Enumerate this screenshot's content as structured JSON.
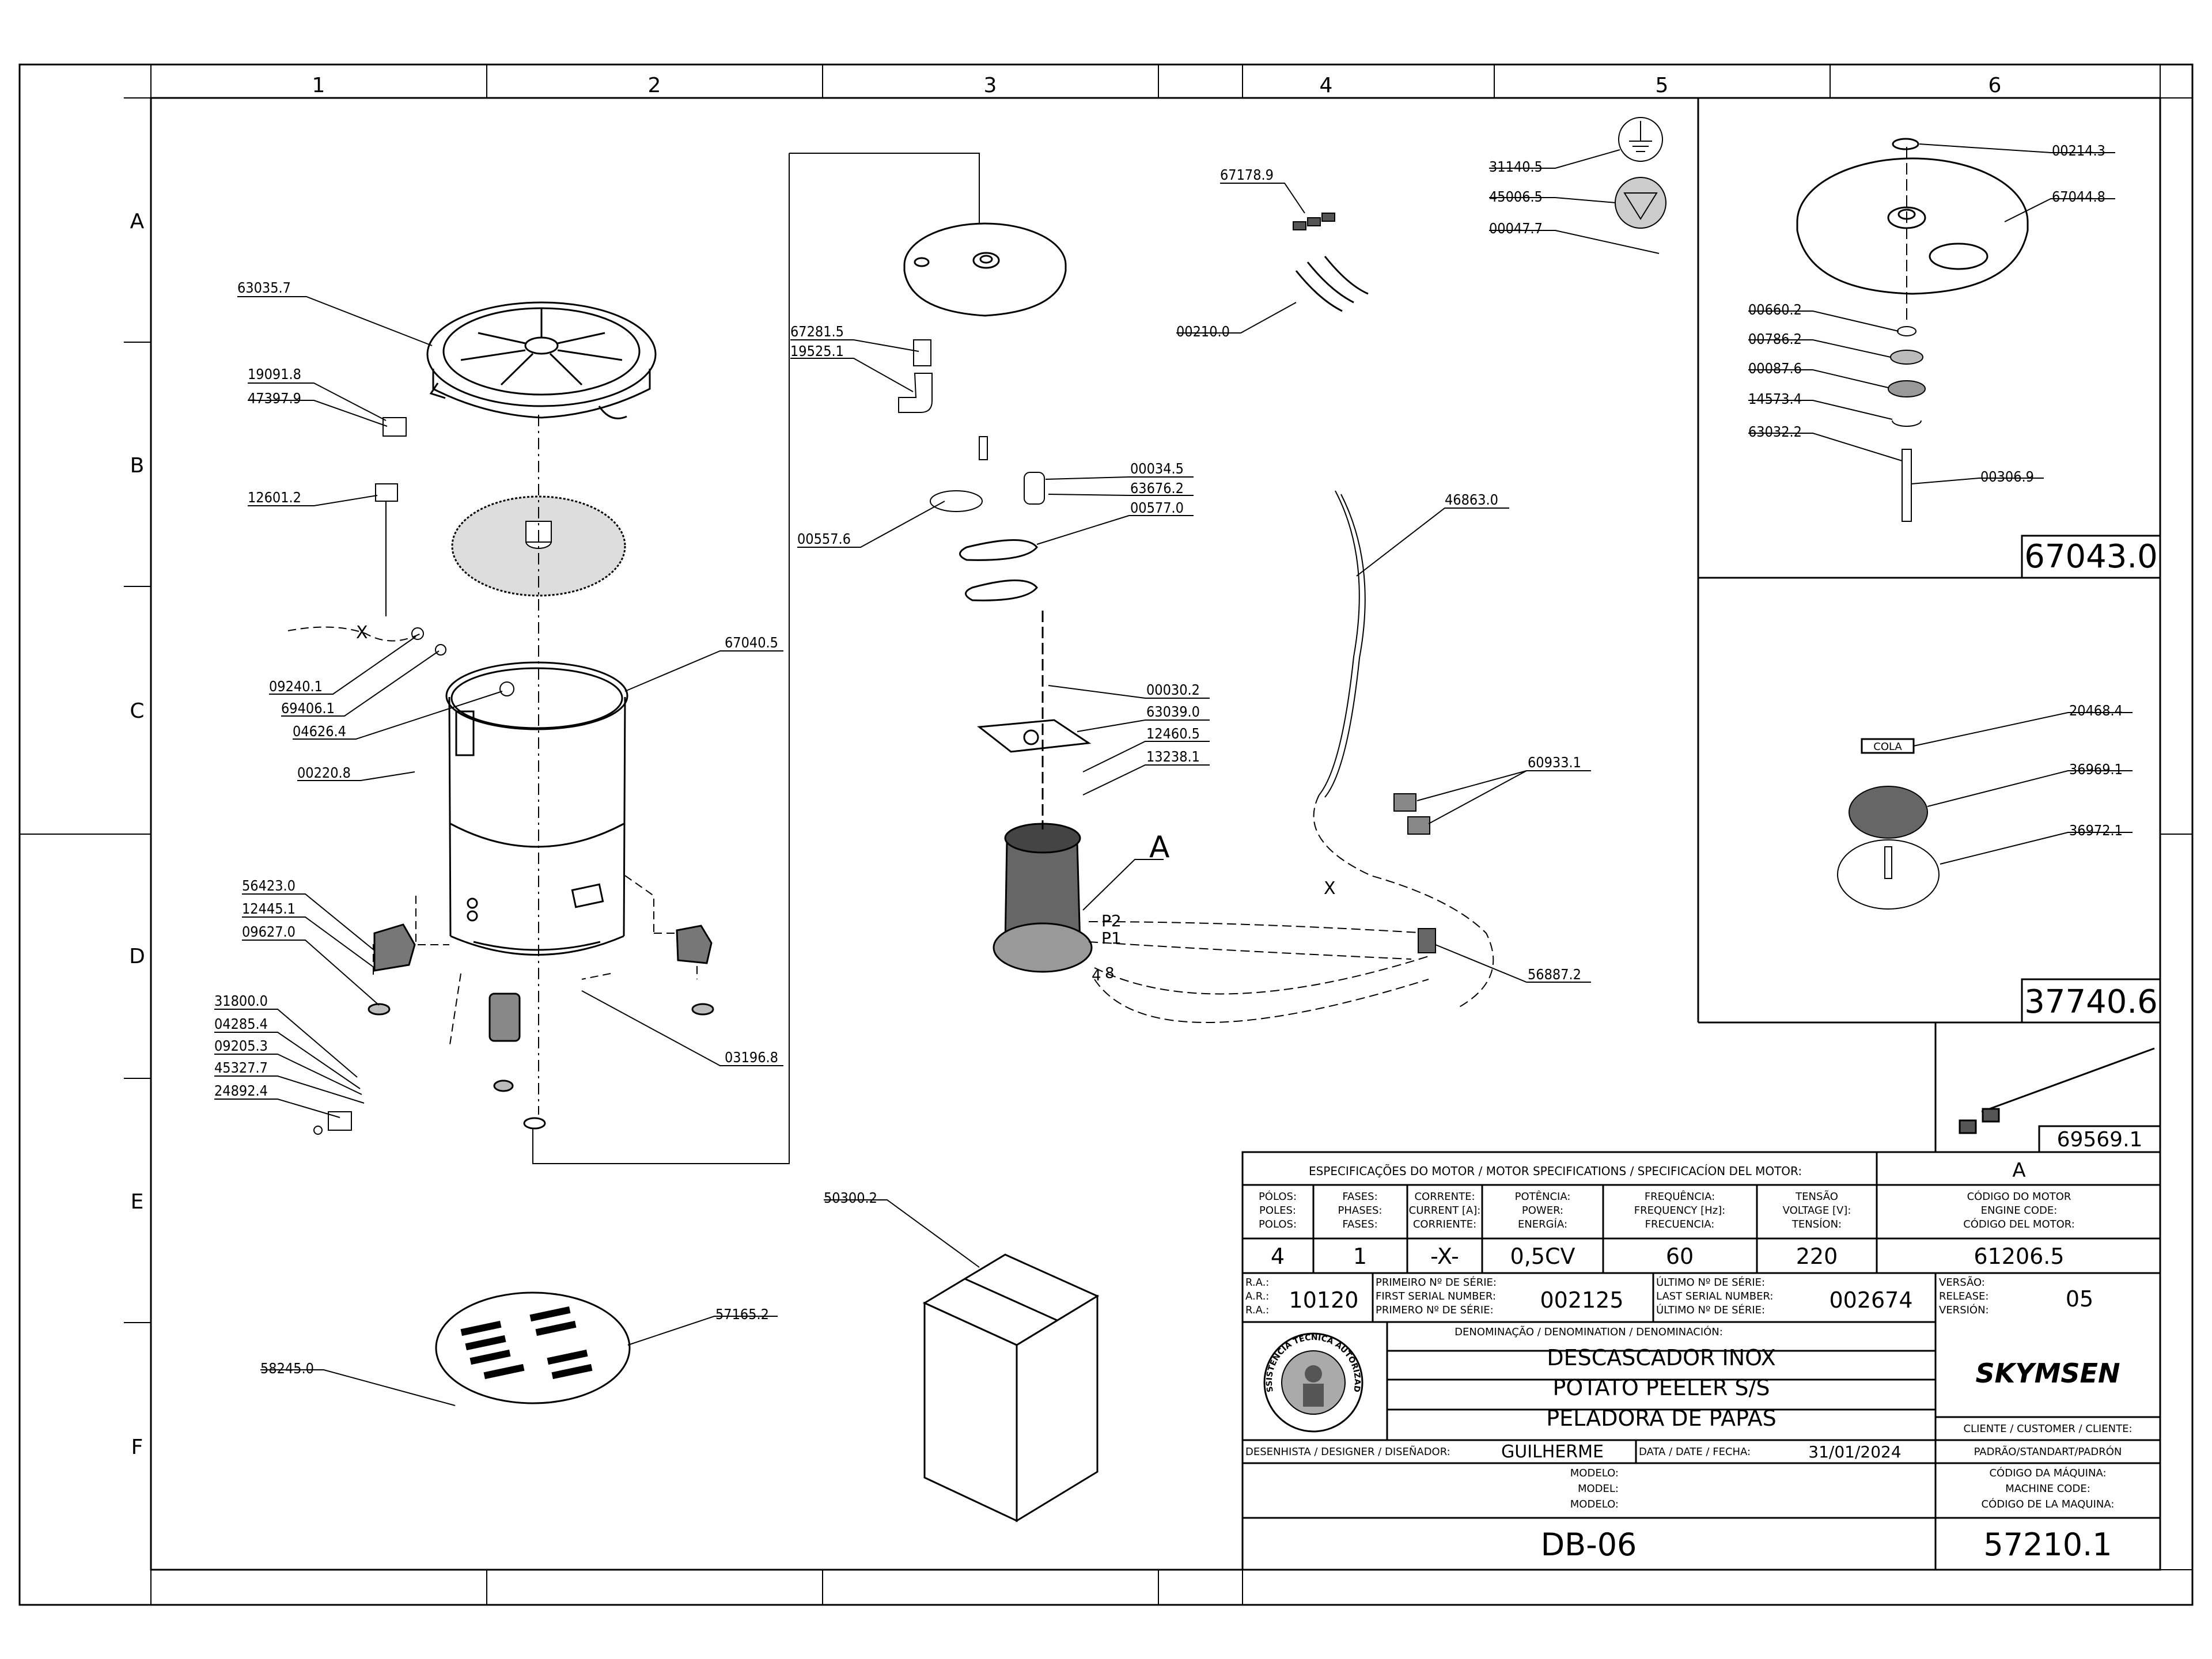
{
  "border": {
    "columns": [
      "1",
      "2",
      "3",
      "4",
      "5",
      "6"
    ],
    "rows": [
      "A",
      "B",
      "C",
      "D",
      "E",
      "F"
    ]
  },
  "callouts": [
    {
      "id": "63035.7"
    },
    {
      "id": "19091.8"
    },
    {
      "id": "47397.9"
    },
    {
      "id": "12601.2"
    },
    {
      "id": "09240.1"
    },
    {
      "id": "69406.1"
    },
    {
      "id": "04626.4"
    },
    {
      "id": "00220.8"
    },
    {
      "id": "67040.5"
    },
    {
      "id": "56423.0"
    },
    {
      "id": "12445.1"
    },
    {
      "id": "09627.0"
    },
    {
      "id": "31800.0"
    },
    {
      "id": "04285.4"
    },
    {
      "id": "09205.3"
    },
    {
      "id": "45327.7"
    },
    {
      "id": "24892.4"
    },
    {
      "id": "03196.8"
    },
    {
      "id": "67281.5"
    },
    {
      "id": "19525.1"
    },
    {
      "id": "00557.6"
    },
    {
      "id": "00034.5"
    },
    {
      "id": "63676.2"
    },
    {
      "id": "00577.0"
    },
    {
      "id": "00030.2"
    },
    {
      "id": "63039.0"
    },
    {
      "id": "12460.5"
    },
    {
      "id": "13238.1"
    },
    {
      "id": "67178.9"
    },
    {
      "id": "00210.0"
    },
    {
      "id": "31140.5"
    },
    {
      "id": "45006.5"
    },
    {
      "id": "00047.7"
    },
    {
      "id": "46863.0"
    },
    {
      "id": "60933.1"
    },
    {
      "id": "56887.2"
    },
    {
      "id": "00214.3"
    },
    {
      "id": "67044.8"
    },
    {
      "id": "00660.2"
    },
    {
      "id": "00786.2"
    },
    {
      "id": "00087.6"
    },
    {
      "id": "14573.4"
    },
    {
      "id": "63032.2"
    },
    {
      "id": "00306.9"
    },
    {
      "id": "20468.4"
    },
    {
      "id": "36969.1"
    },
    {
      "id": "36972.1"
    },
    {
      "id": "50300.2"
    },
    {
      "id": "57165.2"
    },
    {
      "id": "58245.0"
    }
  ],
  "motor_marks": {
    "a": "A",
    "p2": "P2",
    "p1": "P1",
    "n4": "4",
    "n8": "8",
    "x_left": "X",
    "x_right": "X"
  },
  "assembly_boxes": {
    "box1": "67043.0",
    "box2": "37740.6",
    "box3": "69569.1",
    "cola": "COLA"
  },
  "title_block": {
    "motor_spec_title": "ESPECIFICAÇÕES DO MOTOR / MOTOR SPECIFICATIONS / SPECIFICACÍON DEL MOTOR:",
    "motor_letter": "A",
    "h_polos": [
      "PÓLOS:",
      "POLES:",
      "POLOS:"
    ],
    "h_fases": [
      "FASES:",
      "PHASES:",
      "FASES:"
    ],
    "h_corrente": [
      "CORRENTE:",
      "CURRENT [A]:",
      "CORRIENTE:"
    ],
    "h_potencia": [
      "POTÊNCIA:",
      "POWER:",
      "ENERGÍA:"
    ],
    "h_frequencia": [
      "FREQUÊNCIA:",
      "FREQUENCY [Hz]:",
      "FRECUENCIA:"
    ],
    "h_tensao": [
      "TENSÃO",
      "VOLTAGE [V]:",
      "TENSÍON:"
    ],
    "h_codigo_motor": [
      "CÓDIGO DO MOTOR",
      "ENGINE CODE:",
      "CÓDIGO DEL MOTOR:"
    ],
    "v_polos": "4",
    "v_fases": "1",
    "v_corrente": "-X-",
    "v_potencia": "0,5CV",
    "v_frequencia": "60",
    "v_tensao": "220",
    "v_codigo_motor": "61206.5",
    "ra_labels": [
      "R.A.:",
      "A.R.:",
      "R.A.:"
    ],
    "ra_value": "10120",
    "first_serial_labels": [
      "PRIMEIRO Nº DE SÉRIE:",
      "FIRST SERIAL NUMBER:",
      "PRIMERO Nº DE SÉRIE:"
    ],
    "first_serial": "002125",
    "last_serial_labels": [
      "ÚLTIMO Nº DE SÉRIE:",
      "LAST SERIAL NUMBER:",
      "ÚLTIMO Nº DE SÉRIE:"
    ],
    "last_serial": "002674",
    "version_labels": [
      "VERSÃO:",
      "RELEASE:",
      "VERSIÓN:"
    ],
    "version": "05",
    "denomination_label": "DENOMINAÇÃO / DENOMINATION / DENOMINACIÓN:",
    "name_pt": "DESCASCADOR INOX",
    "name_en": "POTATO PEELER S/S",
    "name_es": "PELADORA DE PAPAS",
    "brand": "SKYMSEN",
    "seal_text": "ASSISTÊNCIA TÉCNICA AUTORIZADA",
    "client_label": "CLIENTE / CUSTOMER / CLIENTE:",
    "client": "PADRÃO/STANDART/PADRÓN",
    "designer_label": "DESENHISTA / DESIGNER / DISEÑADOR:",
    "designer": "GUILHERME",
    "date_label": "DATA / DATE / FECHA:",
    "date": "31/01/2024",
    "machine_code_labels": [
      "CÓDIGO DA MÁQUINA:",
      "MACHINE CODE:",
      "CÓDIGO DE LA MAQUINA:"
    ],
    "model_labels": [
      "MODELO:",
      "MODEL:",
      "MODELO:"
    ],
    "model": "DB-06",
    "machine_code": "57210.1"
  }
}
